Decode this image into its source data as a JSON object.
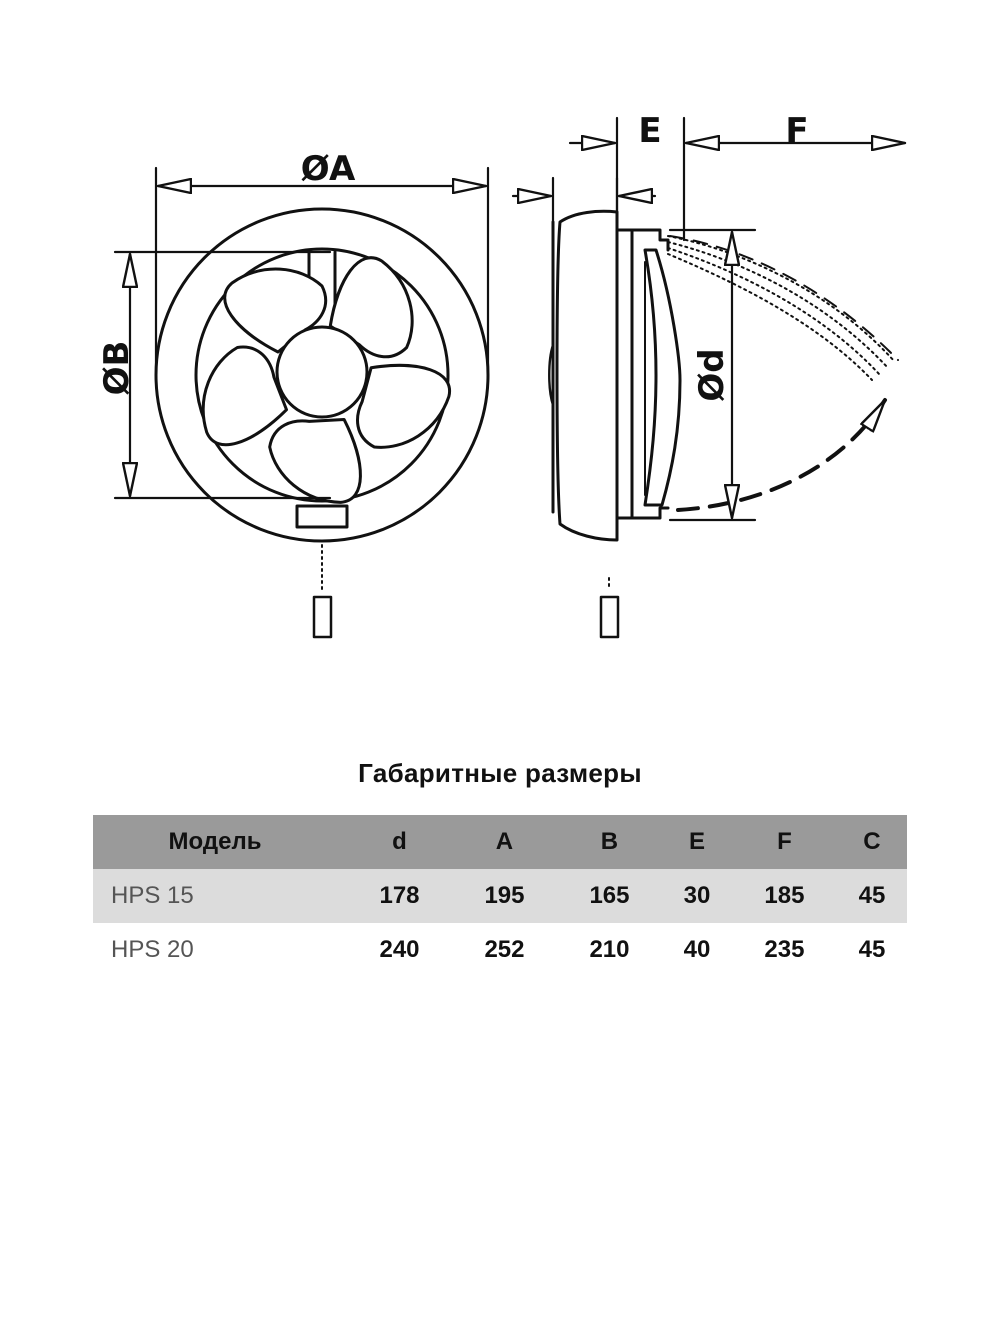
{
  "drawing": {
    "front_view": {
      "labels": {
        "outer_diameter": "ØA",
        "inner_diameter": "ØB"
      }
    },
    "side_view": {
      "labels": {
        "depth": "E",
        "shutter_projection": "F",
        "duct_diameter": "Ød"
      }
    }
  },
  "table": {
    "title": "Габаритные размеры",
    "columns": [
      "Модель",
      "d",
      "A",
      "B",
      "E",
      "F",
      "C"
    ],
    "rows": [
      {
        "model": "HPS 15",
        "values": [
          "178",
          "195",
          "165",
          "30",
          "185",
          "45"
        ]
      },
      {
        "model": "HPS 20",
        "values": [
          "240",
          "252",
          "210",
          "40",
          "235",
          "45"
        ]
      }
    ]
  }
}
